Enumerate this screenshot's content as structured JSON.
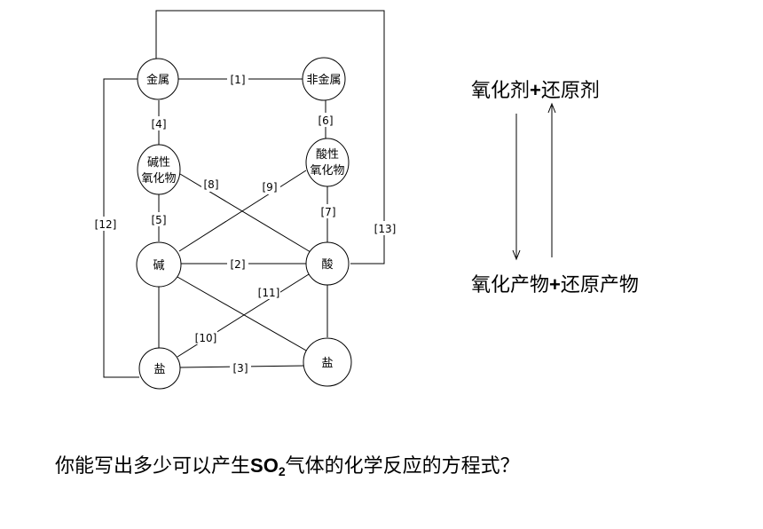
{
  "nodes": {
    "metal": [
      "金属"
    ],
    "nonmetal": [
      "非金属"
    ],
    "basic_oxide": [
      "碱性",
      "氧化物"
    ],
    "acidic_oxide": [
      "酸性",
      "氧化物"
    ],
    "base": [
      "碱"
    ],
    "acid": [
      "酸"
    ],
    "salt_left": [
      "盐"
    ],
    "salt_right": [
      "盐"
    ]
  },
  "edge_labels": {
    "e1": "[1]",
    "e2": "[2]",
    "e3": "[3]",
    "e4": "[4]",
    "e5": "[5]",
    "e6": "[6]",
    "e7": "[7]",
    "e8": "[8]",
    "e9": "[9]",
    "e10": "[10]",
    "e11": "[11]",
    "e12": "[12]",
    "e13": "[13]"
  },
  "redox": {
    "top": {
      "oxidant": "氧化剂",
      "plus": "+",
      "reductant": "还原剂"
    },
    "bottom": {
      "oxidation_product": "氧化产物",
      "plus": "+",
      "reduction_product": "还原产物"
    }
  },
  "question": {
    "before": "你能写出多少可以产生",
    "formula_main": "SO",
    "formula_sub": "2",
    "after": "气体的化学反应的方程式？"
  }
}
